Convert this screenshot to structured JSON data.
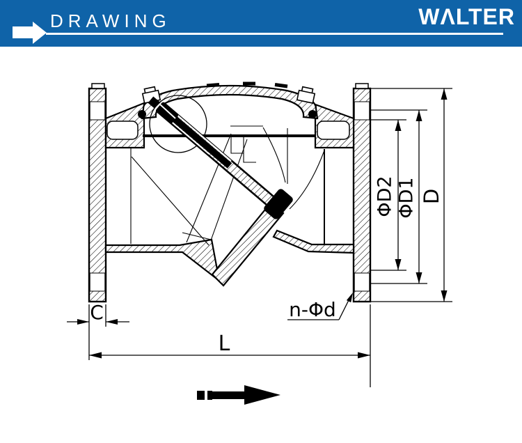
{
  "header": {
    "title": "DRAWING",
    "brand": "WALTER",
    "brand_display": "WΛLTER",
    "bar_color": "#0F63A8",
    "text_color": "#FFFFFF"
  },
  "drawing": {
    "type": "swing-check-valve-cross-section",
    "line_color": "#000000",
    "background": "#FFFFFF",
    "labels": {
      "d2": "ΦD2",
      "d1": "ΦD1",
      "d": "D",
      "l": "L",
      "c": "C",
      "bolt_note": "n-Φd"
    }
  }
}
